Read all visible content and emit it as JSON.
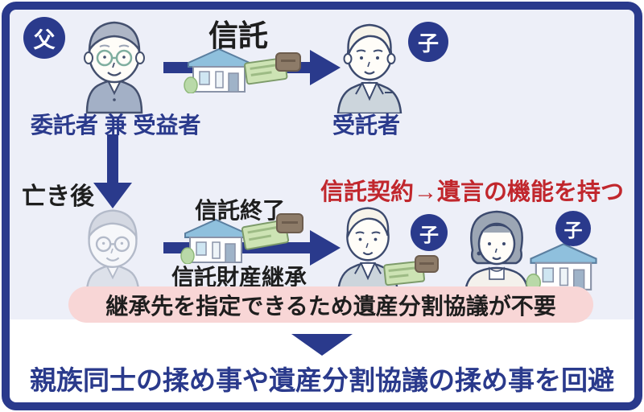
{
  "colors": {
    "navy": "#2a3a8c",
    "red": "#c1272d",
    "pink": "#f8d6d6",
    "lavender": "#edeff8",
    "text_black": "#1e1e1e"
  },
  "top_row": {
    "father_badge": "父",
    "title": "信託",
    "child_badge": "子",
    "father_role": "委託者 兼 受益者",
    "son_role": "受託者"
  },
  "middle_row": {
    "after_death": "亡き後",
    "trust_end": "信託終了",
    "red_note": "信託契約→遺言の機能を持つ",
    "trust_property_succession": "信託財産継承",
    "child_badge_son": "子",
    "child_badge_house": "子"
  },
  "banner": {
    "text": "継承先を指定できるため遺産分割協議が不要"
  },
  "conclusion": {
    "text": "親族同士の揉め事や遺産分割協議の揉め事を回避"
  }
}
